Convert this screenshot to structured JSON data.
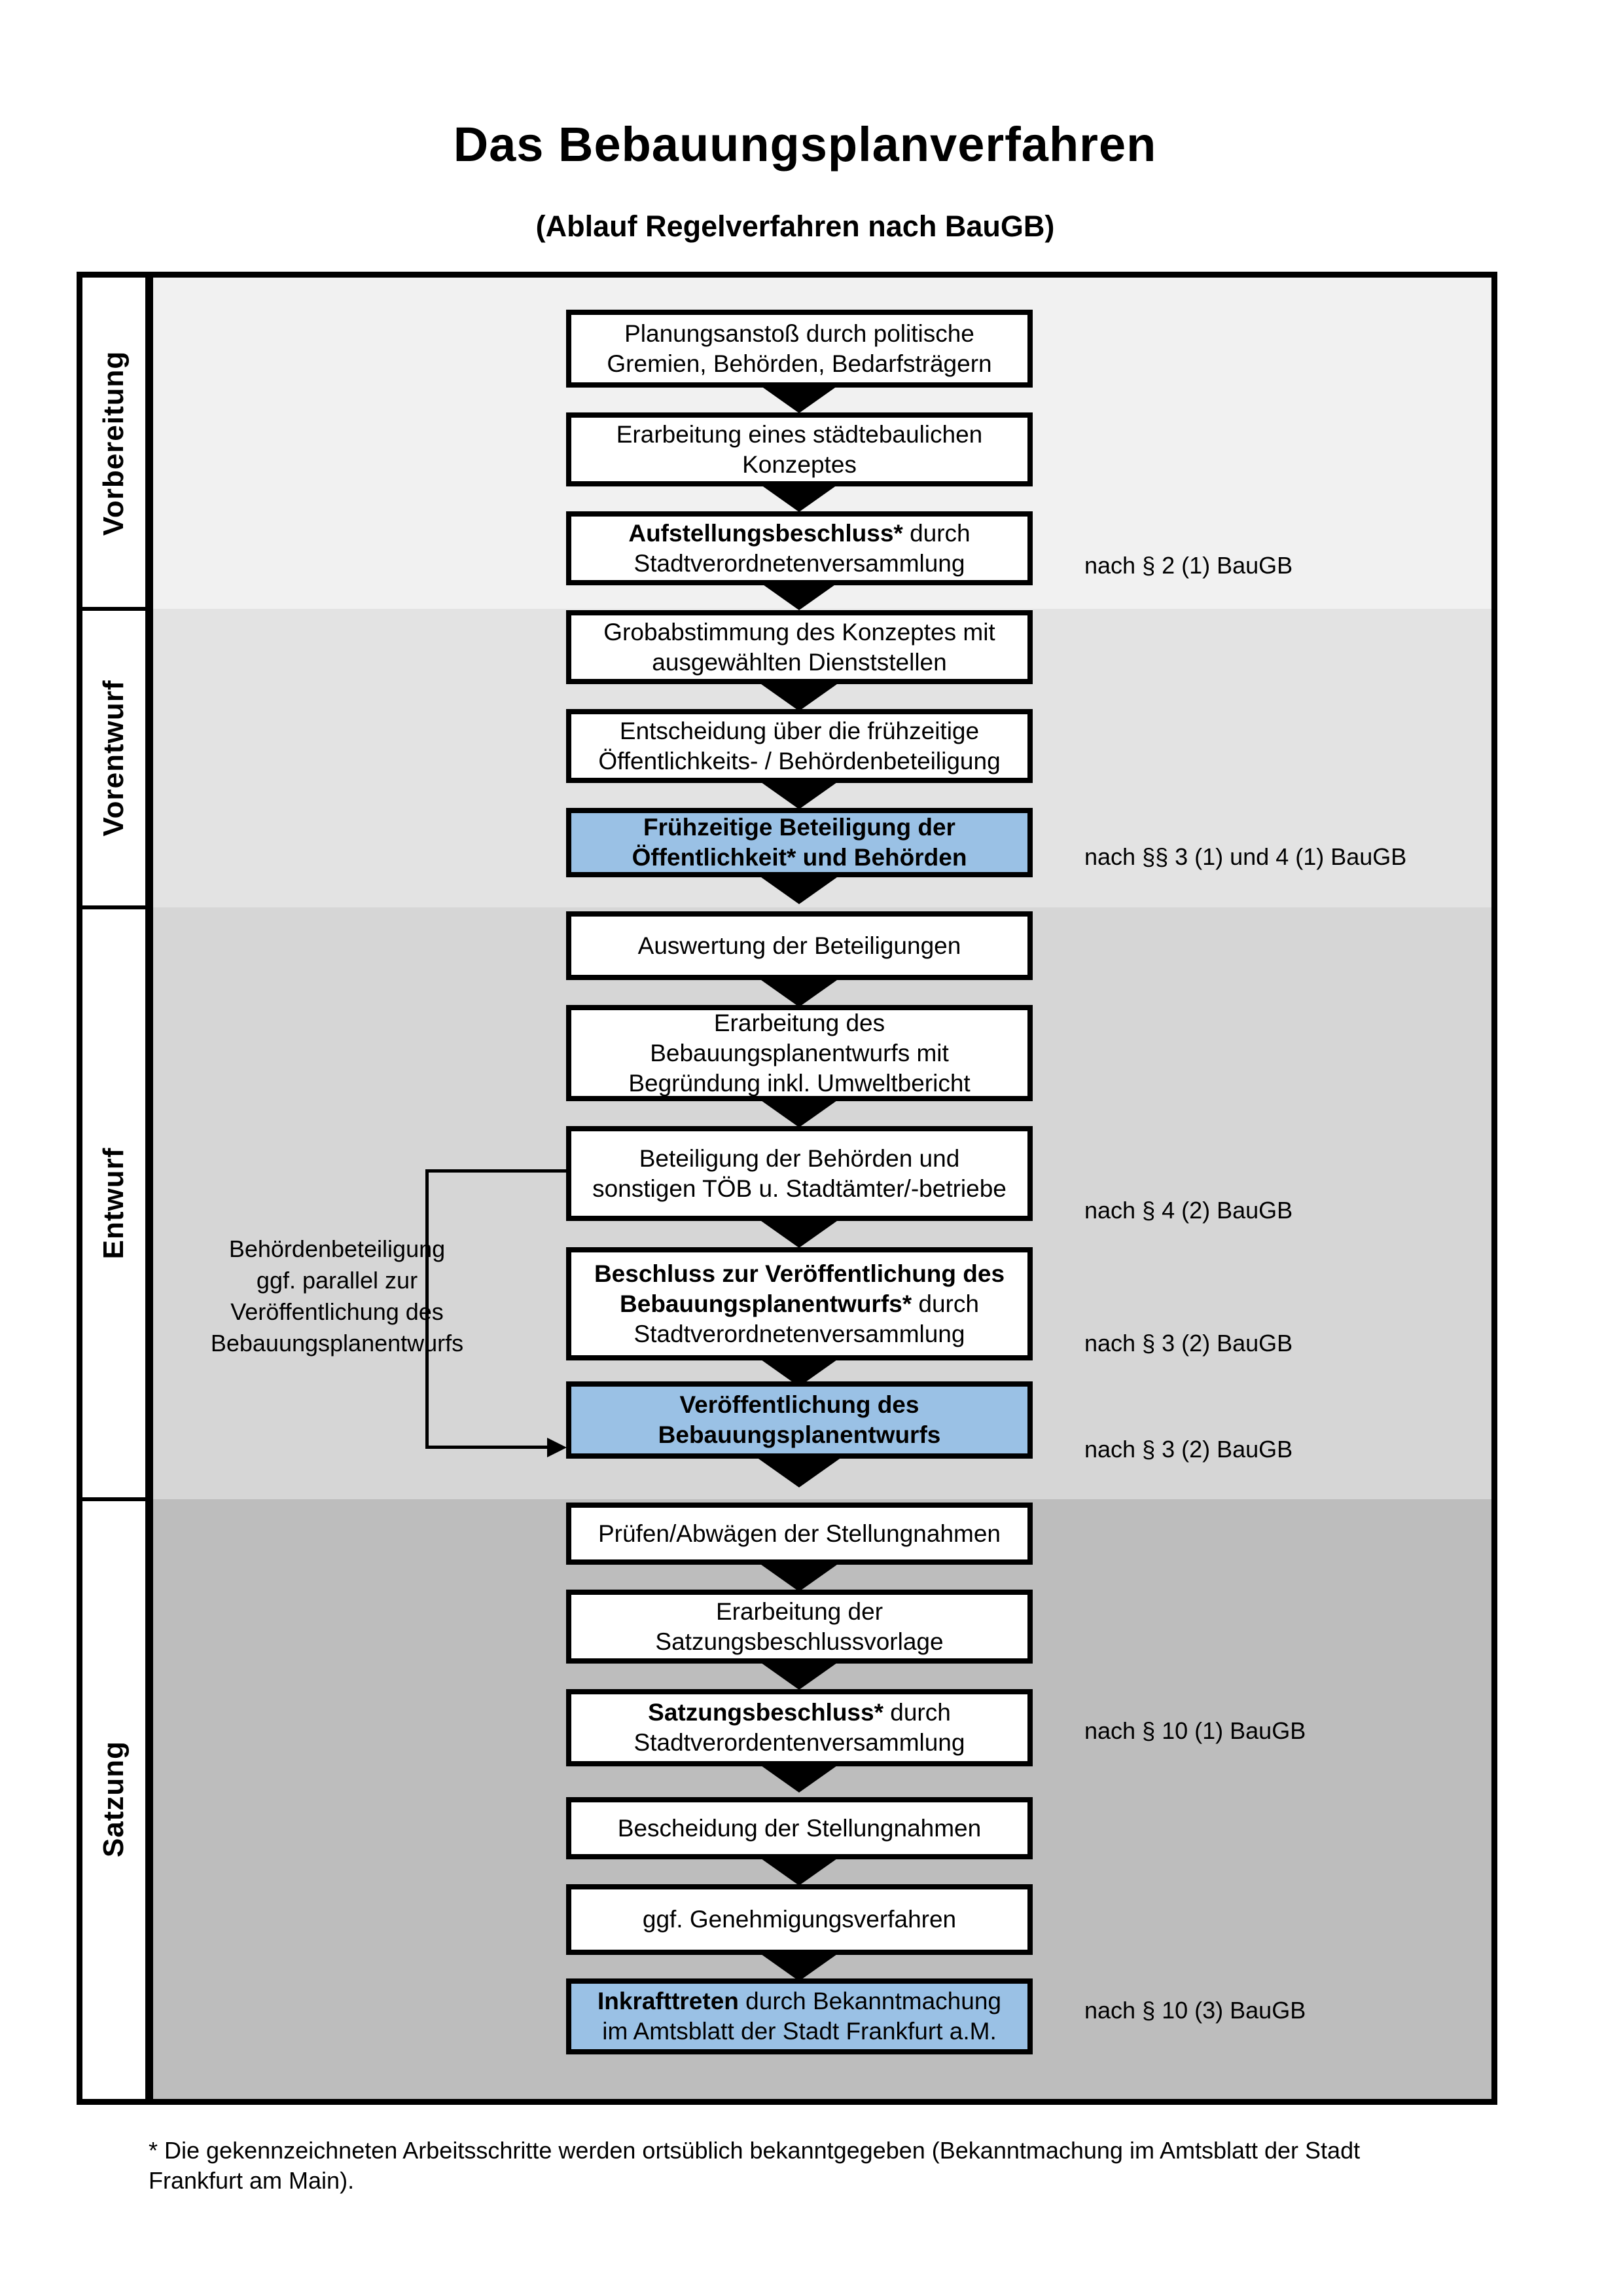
{
  "title": "Das Bebauungsplanverfahren",
  "subtitle": "(Ablauf Regelverfahren nach BauGB)",
  "phases": [
    {
      "label": "Vorbereitung"
    },
    {
      "label": "Vorentwurf"
    },
    {
      "label": "Entwurf"
    },
    {
      "label": "Satzung"
    }
  ],
  "boxes": [
    {
      "lines": [
        {
          "b": "",
          "r": "Planungsanstoß durch politische"
        },
        {
          "b": "",
          "r": "Gremien, Behörden, Bedarfsträgern"
        }
      ]
    },
    {
      "lines": [
        {
          "b": "",
          "r": "Erarbeitung eines städtebaulichen"
        },
        {
          "b": "",
          "r": "Konzeptes"
        }
      ]
    },
    {
      "lines": [
        {
          "b": "Aufstellungsbeschluss*",
          "r": " durch"
        },
        {
          "b": "",
          "r": "Stadtverordnetenversammlung"
        }
      ]
    },
    {
      "lines": [
        {
          "b": "",
          "r": "Grobabstimmung des Konzeptes mit"
        },
        {
          "b": "",
          "r": "ausgewählten Dienststellen"
        }
      ]
    },
    {
      "lines": [
        {
          "b": "",
          "r": "Entscheidung über die frühzeitige"
        },
        {
          "b": "",
          "r": "Öffentlichkeits- / Behördenbeteiligung"
        }
      ]
    },
    {
      "lines": [
        {
          "b": "Frühzeitige Beteiligung der",
          "r": ""
        },
        {
          "b": "Öffentlichkeit* und Behörden",
          "r": ""
        }
      ],
      "highlight": true
    },
    {
      "lines": [
        {
          "b": "",
          "r": "Auswertung der Beteiligungen"
        }
      ]
    },
    {
      "lines": [
        {
          "b": "",
          "r": "Erarbeitung des"
        },
        {
          "b": "",
          "r": "Bebauungsplanentwurfs mit"
        },
        {
          "b": "",
          "r": "Begründung inkl. Umweltbericht"
        }
      ]
    },
    {
      "lines": [
        {
          "b": "",
          "r": "Beteiligung der Behörden und"
        },
        {
          "b": "",
          "r": "sonstigen TÖB u. Stadtämter/-betriebe"
        }
      ]
    },
    {
      "lines": [
        {
          "b": "Beschluss zur Veröffentlichung des",
          "r": ""
        },
        {
          "b": "Bebauungsplanentwurfs*",
          "r": " durch"
        },
        {
          "b": "",
          "r": "Stadtverordnetenversammlung"
        }
      ]
    },
    {
      "lines": [
        {
          "b": "Veröffentlichung des",
          "r": ""
        },
        {
          "b": "Bebauungsplanentwurfs",
          "r": ""
        }
      ],
      "highlight": true
    },
    {
      "lines": [
        {
          "b": "",
          "r": "Prüfen/Abwägen der Stellungnahmen"
        }
      ]
    },
    {
      "lines": [
        {
          "b": "",
          "r": "Erarbeitung der"
        },
        {
          "b": "",
          "r": "Satzungsbeschlussvorlage"
        }
      ]
    },
    {
      "lines": [
        {
          "b": "Satzungsbeschluss*",
          "r": " durch"
        },
        {
          "b": "",
          "r": "Stadtverordentenversammlung"
        }
      ]
    },
    {
      "lines": [
        {
          "b": "",
          "r": "Bescheidung der Stellungnahmen"
        }
      ]
    },
    {
      "lines": [
        {
          "b": "",
          "r": "ggf. Genehmigungsverfahren"
        }
      ]
    },
    {
      "lines": [
        {
          "b": "Inkrafttreten",
          "r": " durch Bekanntmachung"
        },
        {
          "b": "",
          "r": "im Amtsblatt der Stadt Frankfurt a.M."
        }
      ],
      "highlight": true
    }
  ],
  "refs": [
    {
      "text": "nach § 2 (1) BauGB"
    },
    {
      "text": "nach §§ 3 (1) und 4 (1) BauGB"
    },
    {
      "text": "nach § 4 (2) BauGB"
    },
    {
      "text": "nach § 3 (2) BauGB"
    },
    {
      "text": "nach § 3 (2) BauGB"
    },
    {
      "text": "nach § 10 (1) BauGB"
    },
    {
      "text": "nach § 10 (3) BauGB"
    }
  ],
  "annotation": {
    "lines": [
      {
        "text": "Behördenbeteiligung"
      },
      {
        "text": "ggf. parallel zur"
      },
      {
        "text": "Veröffentlichung des"
      },
      {
        "text": "Bebauungsplanentwurfs"
      }
    ]
  },
  "footnote": {
    "line1": "* Die gekennzeichneten Arbeitsschritte werden ortsüblich bekanntgegeben (Bekanntmachung im Amtsblatt  der Stadt",
    "line2": "Frankfurt am Main)."
  },
  "colors": {
    "highlight_blue": "#9ac1e5",
    "band_vorbereitung": "#f1f1f1",
    "band_vorentwurf": "#e3e3e3",
    "band_entwurf": "#d6d6d6",
    "band_satzung": "#bdbdbd",
    "line_black": "#000000"
  }
}
